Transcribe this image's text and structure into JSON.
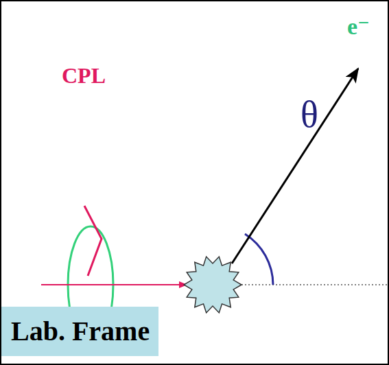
{
  "diagram": {
    "nodes": [
      {
        "text": [
          "Lab. Frame"
        ]
      }
    ],
    "labels": [
      "CPL",
      "e⁻",
      "θ"
    ]
  }
}
